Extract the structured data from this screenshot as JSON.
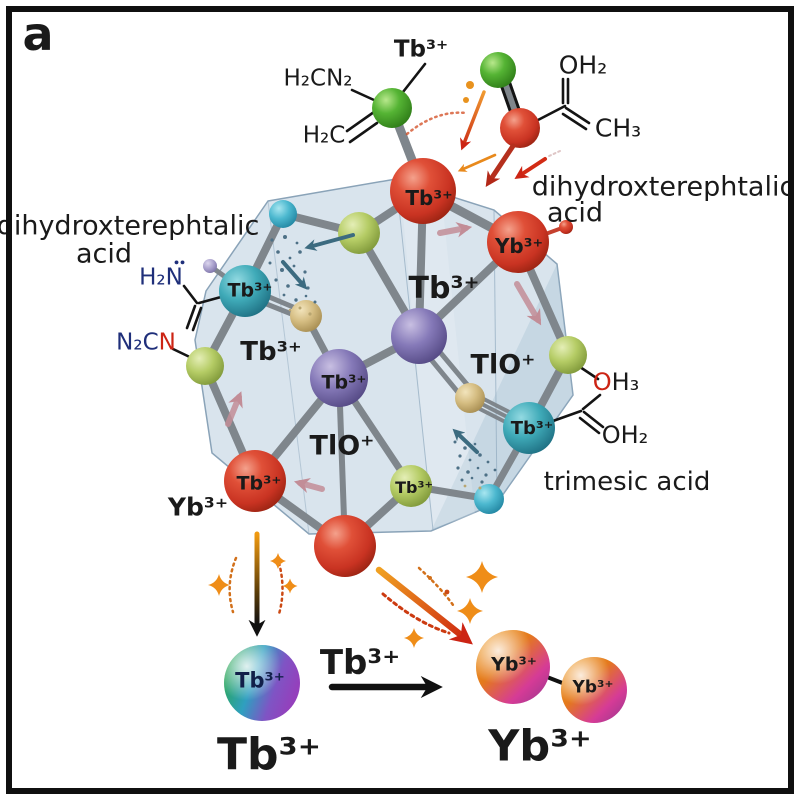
{
  "panel_label": "a",
  "ions": {
    "tb": "Tb³⁺",
    "yb": "Yb³⁺",
    "tlo": "TlO⁺"
  },
  "top_molecule": {
    "tb_label": "Tb³⁺",
    "formula_h2cn2": "H₂CN₂",
    "formula_h2c": "H₂C"
  },
  "right_molecule": {
    "formula_oh2": "OH₂",
    "formula_ch3": "CH₃"
  },
  "right_acid_label": {
    "line1": "dihydroxterephtalic",
    "line2": "acid"
  },
  "left_acid_label": {
    "line1": "dihydroxterephtalic",
    "line2": "acid"
  },
  "left_molecule": {
    "formula_h2n": "H₂N",
    "lone_pair": "••",
    "formula_n2c": "N₂C",
    "formula_n": "N"
  },
  "trimesic_molecule": {
    "formula_o": "O",
    "formula_h3": "H₃",
    "formula_oh2": "OH₂",
    "name": "trimesic acid"
  },
  "palette": {
    "sphere_red": "#d6402a",
    "sphere_green": "#4fae30",
    "sphere_teal": "#3ba3b5",
    "sphere_cyan": "#45b5cc",
    "sphere_purple": "#8579b8",
    "sphere_yellow_green": "#aec95e",
    "sphere_tan": "#d5bd82",
    "tb_product_gradient": "#28a83c → #9440bc",
    "yb_product_gradient": "#f0a122 → #93368f",
    "polyhedron_fill": "#b9cedf",
    "arrow_red": "#cc2414",
    "arrow_orange": "#e8921e",
    "arrow_pink": "#c28d97",
    "arrow_teal": "#3c6b80",
    "formula_navy": "#1f2f7a",
    "atom_red_text": "#cc2414"
  }
}
